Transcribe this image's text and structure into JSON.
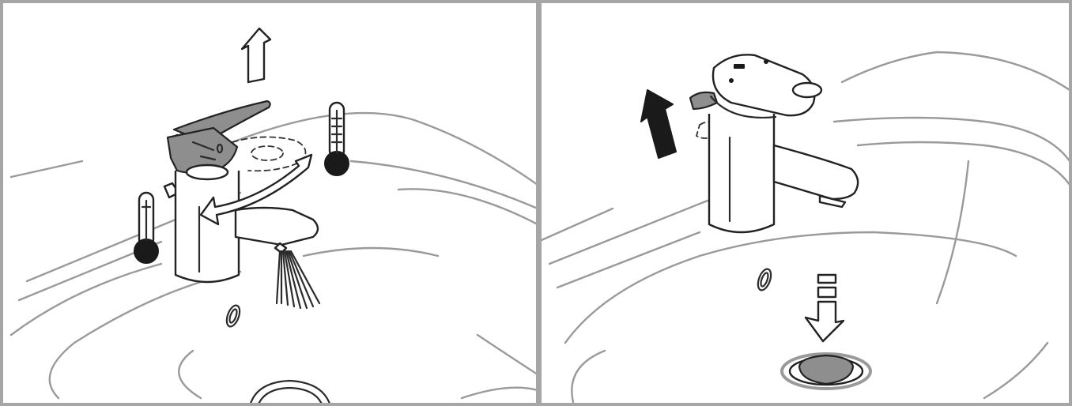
{
  "figure": {
    "panels": [
      {
        "id": "mixing",
        "icons": [
          "basin",
          "faucet",
          "lever-handle",
          "lift-arrow-icon",
          "rotation-arrow-icon",
          "cold-thermometer-icon",
          "hot-thermometer-icon",
          "water-spray",
          "overflow-hole",
          "drain-plug"
        ]
      },
      {
        "id": "drain",
        "icons": [
          "basin",
          "faucet",
          "pop-up-rod",
          "pull-up-arrow-icon",
          "drain-down-arrow-icon",
          "overflow-hole",
          "drain-plug"
        ]
      }
    ],
    "colors": {
      "frame": "#a6a6a6",
      "outline": "#222222",
      "basin_line": "#9a9a9a",
      "handle_fill": "#8e8e8e",
      "thermometer_bulb": "#1a1a1a"
    }
  }
}
